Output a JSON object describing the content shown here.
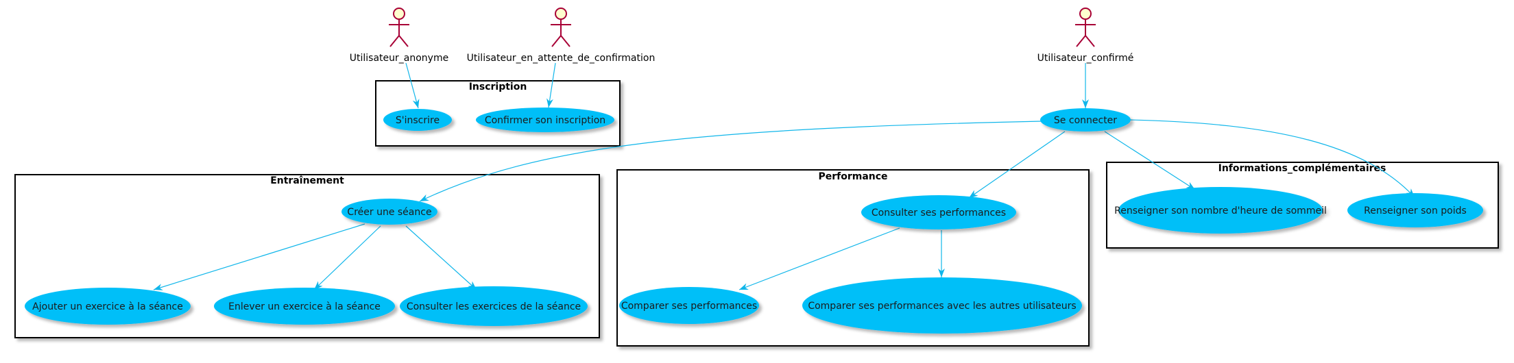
{
  "colors": {
    "usecase_fill": "#00BFF8",
    "actor_fill": "#FEFECE",
    "actor_stroke": "#A80036",
    "arrow": "#10B6EA",
    "package_stroke": "#000000"
  },
  "actors": [
    {
      "id": "anon",
      "label": "Utilisateur_anonyme"
    },
    {
      "id": "attente",
      "label": "Utilisateur_en_attente_de_confirmation"
    },
    {
      "id": "confirme",
      "label": "Utilisateur_confirmé"
    }
  ],
  "packages": [
    {
      "id": "inscription",
      "title": "Inscription"
    },
    {
      "id": "entrainement",
      "title": "Entraînement"
    },
    {
      "id": "performance",
      "title": "Performance"
    },
    {
      "id": "infos",
      "title": "Informations_complémentaires"
    }
  ],
  "usecases": [
    {
      "id": "sinscrire",
      "label": "S'inscrire"
    },
    {
      "id": "confirmer",
      "label": "Confirmer son inscription"
    },
    {
      "id": "connecter",
      "label": "Se connecter"
    },
    {
      "id": "creer",
      "label": "Créer une séance"
    },
    {
      "id": "ajouter",
      "label": "Ajouter un exercice à la séance"
    },
    {
      "id": "enlever",
      "label": "Enlever un exercice à la séance"
    },
    {
      "id": "consulter_ex",
      "label": "Consulter les exercices de la séance"
    },
    {
      "id": "consulter_perf",
      "label": "Consulter ses performances"
    },
    {
      "id": "comparer",
      "label": "Comparer ses performances"
    },
    {
      "id": "comparer_autres",
      "label": "Comparer ses performances avec les autres utilisateurs"
    },
    {
      "id": "sommeil",
      "label": "Renseigner son nombre d'heure de sommeil"
    },
    {
      "id": "poids",
      "label": "Renseigner son poids"
    }
  ],
  "relations": [
    {
      "from": "anon",
      "to": "sinscrire"
    },
    {
      "from": "attente",
      "to": "confirmer"
    },
    {
      "from": "confirme",
      "to": "connecter"
    },
    {
      "from": "connecter",
      "to": "creer"
    },
    {
      "from": "connecter",
      "to": "consulter_perf"
    },
    {
      "from": "connecter",
      "to": "sommeil"
    },
    {
      "from": "connecter",
      "to": "poids"
    },
    {
      "from": "creer",
      "to": "ajouter"
    },
    {
      "from": "creer",
      "to": "enlever"
    },
    {
      "from": "creer",
      "to": "consulter_ex"
    },
    {
      "from": "consulter_perf",
      "to": "comparer"
    },
    {
      "from": "consulter_perf",
      "to": "comparer_autres"
    }
  ]
}
